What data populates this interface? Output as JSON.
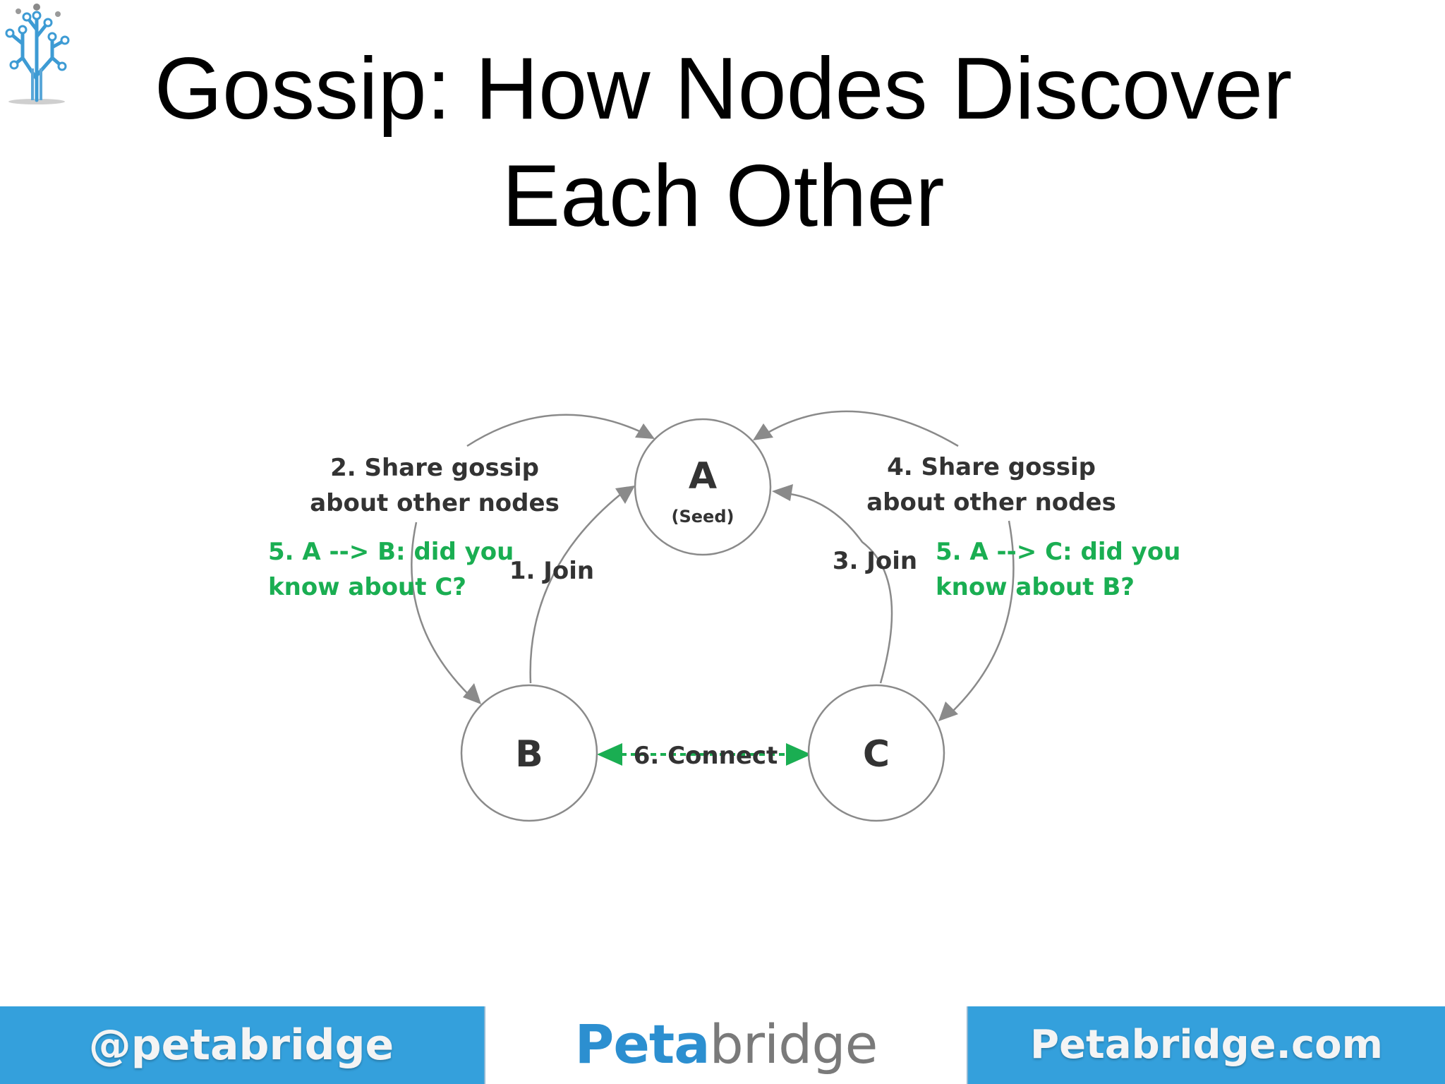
{
  "slide": {
    "title_line1": "Gossip: How Nodes Discover",
    "title_line2": "Each Other"
  },
  "diagram": {
    "nodes": {
      "a": {
        "letter": "A",
        "sub": "(Seed)"
      },
      "b": {
        "letter": "B"
      },
      "c": {
        "letter": "C"
      }
    },
    "labels": {
      "share_left_1": "2. Share gossip",
      "share_left_2": "about other nodes",
      "share_right_1": "4. Share gossip",
      "share_right_2": "about other nodes",
      "join_b": "1. Join",
      "join_c": "3. Join",
      "gossip_b_1": "5. A --> B: did you",
      "gossip_b_2": "know about C?",
      "gossip_c_1": "5. A --> C: did you",
      "gossip_c_2": "know about B?",
      "connect": "6. Connect"
    }
  },
  "footer": {
    "handle": "@petabridge",
    "brand_a": "Peta",
    "brand_b": "bridge",
    "site": "Petabridge.com"
  },
  "colors": {
    "footer_bg": "#34a0dc",
    "node_stroke": "#8a8a8a",
    "gossip_green": "#1aae52",
    "label_dark": "#333333"
  }
}
